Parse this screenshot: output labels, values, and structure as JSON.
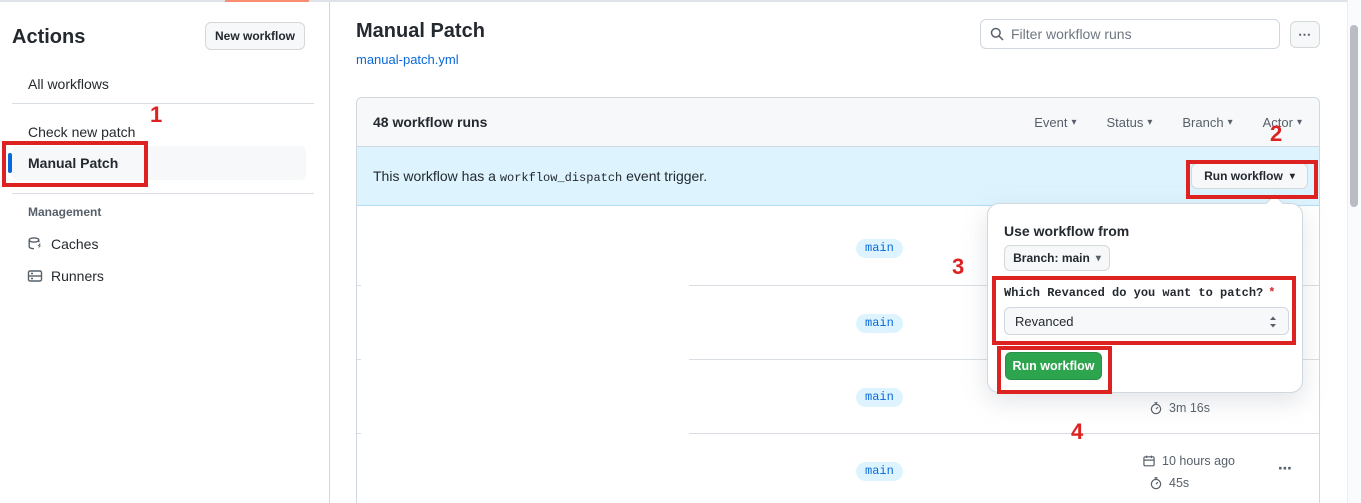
{
  "icons": {
    "caret_down": "▾",
    "kebab": "⋯"
  },
  "colors": {
    "accent_blue": "#0969da",
    "banner_bg": "#ddf4ff",
    "success_green": "#2da44e",
    "annotation_red": "#dd2222",
    "border": "#d0d7de",
    "muted_text": "#57606a"
  },
  "sidebar": {
    "title": "Actions",
    "new_workflow_label": "New workflow",
    "items": [
      {
        "label": "All workflows",
        "selected": false
      },
      {
        "label": "Check new patch",
        "selected": false
      },
      {
        "label": "Manual Patch",
        "selected": true
      }
    ],
    "section_label": "Management",
    "management_items": [
      {
        "label": "Caches"
      },
      {
        "label": "Runners"
      }
    ]
  },
  "header": {
    "title": "Manual Patch",
    "file_link": "manual-patch.yml",
    "filter_placeholder": "Filter workflow runs"
  },
  "table": {
    "summary": "48 workflow runs",
    "filters": [
      {
        "label": "Event"
      },
      {
        "label": "Status"
      },
      {
        "label": "Branch"
      },
      {
        "label": "Actor"
      }
    ],
    "banner": {
      "text_before": "This workflow has a",
      "code": "workflow_dispatch",
      "text_after": "event trigger.",
      "button_label": "Run workflow"
    },
    "rows": [
      {
        "branch": "main"
      },
      {
        "branch": "main"
      },
      {
        "branch": "main",
        "duration": "3m 16s"
      },
      {
        "branch": "main",
        "date": "10 hours ago",
        "duration": "45s"
      }
    ]
  },
  "dialog": {
    "title": "Use workflow from",
    "branch_button": "Branch: main",
    "input_label": "Which Revanced do you want to patch?",
    "required_mark": "*",
    "input_value": "Revanced",
    "submit_label": "Run workflow"
  },
  "annotations": {
    "steps": [
      "1",
      "2",
      "3",
      "4"
    ]
  }
}
